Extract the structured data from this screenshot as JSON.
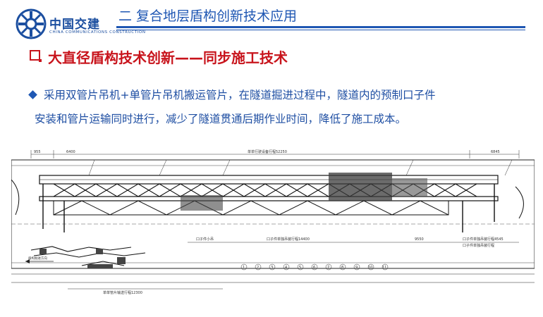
{
  "logo": {
    "name_cn": "中国交建",
    "name_en": "CHINA COMMUNICATIONS CONSTRUCTION",
    "brand_color": "#1c4fa0"
  },
  "header": {
    "title": "二  复合地层盾构创新技术应用",
    "color": "#1f57b3"
  },
  "subtitle": {
    "prefix": "大直径盾构技术创新",
    "dash": "——",
    "suffix": "同步施工技术",
    "color": "#c8141c"
  },
  "paragraph": {
    "line1": "采用双管片吊机+单管片吊机搬运管片，在隧道掘进过程中，隧道内的预制口子件",
    "line2": "安装和管片运输同时进行，减少了隧道贯通后期作业时间，降低了施工成本。",
    "color": "#1f4fa3"
  },
  "drawing": {
    "labels": {
      "dim_left_a": "955",
      "dim_left_b": "6400",
      "dim_top_center": "单单行驶设备行程52250",
      "dim_right": "6845",
      "lbl_mid_1": "口子件小吊",
      "lbl_mid_2": "口子件单独吊装行程14400",
      "lbl_mid_3": "9550",
      "lbl_mid_4": "口子件单独吊装行程4545",
      "lbl_mid_5": "口子件单独吊装行程",
      "lbl_bottom": "单单管片输送行程12300",
      "lbl_arrow": "盾构掘进方向"
    },
    "circled_numbers": [
      "1",
      "2",
      "3",
      "4",
      "5",
      "6",
      "7",
      "8",
      "9",
      "10",
      "11"
    ]
  }
}
